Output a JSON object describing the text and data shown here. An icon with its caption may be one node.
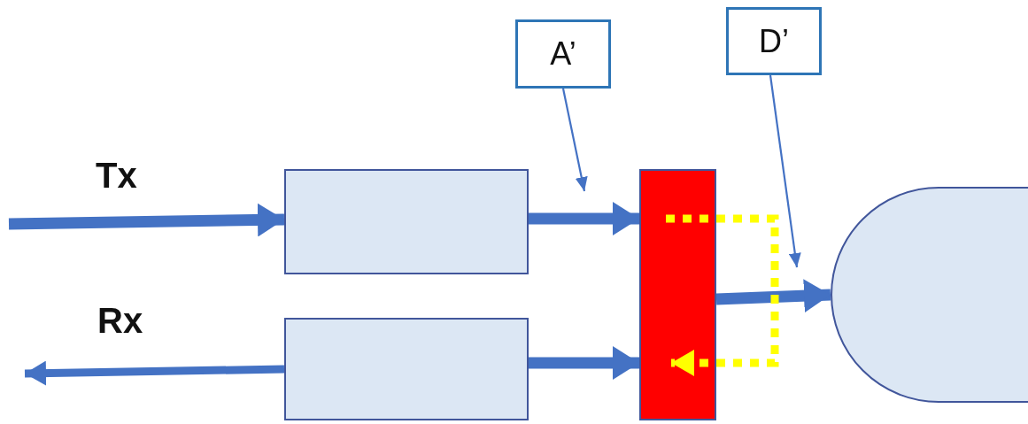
{
  "diagram": {
    "nodes": [
      {
        "text": [
          "A’"
        ]
      },
      {
        "text": [
          "D’"
        ]
      },
      {
        "text": [],
        "shape": "box"
      },
      {
        "text": [],
        "shape": "box"
      },
      {
        "text": [],
        "shape": "bar"
      },
      {
        "text": [],
        "shape": "dome"
      }
    ],
    "edges": [
      {
        "from": null,
        "to": 2,
        "arrow": "to",
        "label": "Tx"
      },
      {
        "from": 3,
        "to": null,
        "arrow": "to",
        "label": "Rx"
      },
      {
        "from": 2,
        "to": 4,
        "arrow": "to"
      },
      {
        "from": 3,
        "to": 4,
        "arrow": "to"
      },
      {
        "from": 4,
        "to": 5,
        "arrow": "to"
      },
      {
        "from": 4,
        "to": 4,
        "arrow": "to",
        "style": "dashed",
        "color": "#ffff00"
      },
      {
        "from": 0,
        "to": null,
        "arrow": "to"
      },
      {
        "from": 1,
        "to": null,
        "arrow": "to"
      }
    ]
  }
}
